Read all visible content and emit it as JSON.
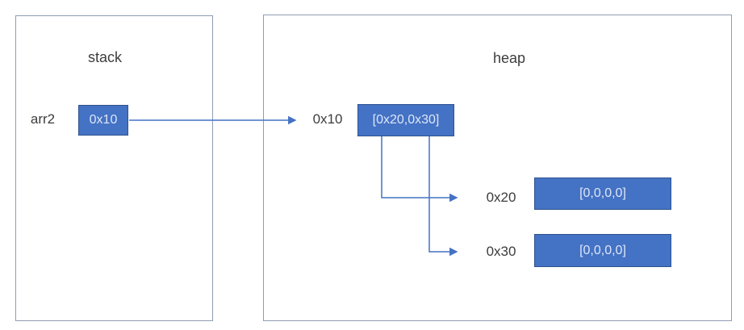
{
  "diagram": {
    "type": "memory-pointer-diagram",
    "stack": {
      "title": "stack",
      "variable": {
        "name": "arr2",
        "value": "0x10"
      }
    },
    "heap": {
      "title": "heap",
      "entries": [
        {
          "address": "0x10",
          "value": "[0x20,0x30]"
        },
        {
          "address": "0x20",
          "value": "[0,0,0,0]"
        },
        {
          "address": "0x30",
          "value": "[0,0,0,0]"
        }
      ]
    },
    "pointers": [
      {
        "from": "arr2 (stack 0x10)",
        "to": "heap 0x10"
      },
      {
        "from": "heap 0x10 value [0x20,0x30]",
        "to": "heap 0x20"
      },
      {
        "from": "heap 0x10 value [0x20,0x30]",
        "to": "heap 0x30"
      }
    ]
  },
  "colors": {
    "value_box_fill": "#4472c4",
    "value_box_border": "#2f528f",
    "value_box_text": "#dde7f8",
    "region_border": "#909db4",
    "arrow": "#4472c4",
    "label_text": "#3d3d3d",
    "background": "#ffffff"
  }
}
